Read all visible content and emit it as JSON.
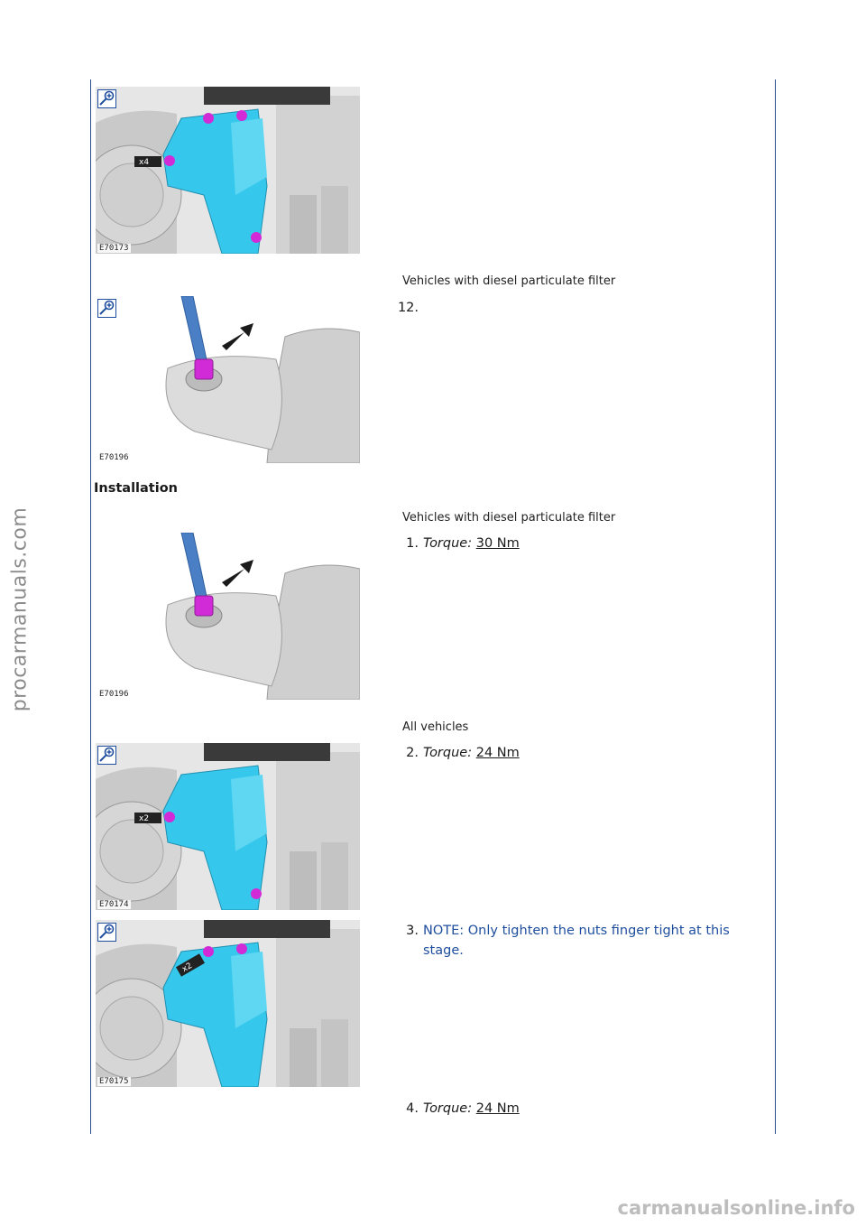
{
  "figures": [
    {
      "code": "E70173",
      "type": "mount",
      "badge": "x4"
    },
    {
      "code": "E70196",
      "type": "dpf"
    },
    {
      "code": "E70196",
      "type": "dpf"
    },
    {
      "code": "E70174",
      "type": "mount",
      "badge": "x2"
    },
    {
      "code": "E70175",
      "type": "mount",
      "badge": "x2"
    }
  ],
  "removal": {
    "condition": "Vehicles with diesel particulate filter",
    "step12_number": "12."
  },
  "installation": {
    "heading": "Installation",
    "condition_dpf": "Vehicles with diesel particulate filter",
    "condition_all": "All vehicles",
    "steps": [
      {
        "number": "1.",
        "torque_label": "Torque:",
        "torque_value": "30 Nm"
      },
      {
        "number": "2.",
        "torque_label": "Torque:",
        "torque_value": "24 Nm"
      },
      {
        "number": "3.",
        "note": "NOTE: Only tighten the nuts finger tight at this stage."
      },
      {
        "number": "4.",
        "torque_label": "Torque:",
        "torque_value": "24 Nm"
      }
    ]
  },
  "watermarks": {
    "side": "procarmanuals.com",
    "bottom": "carmanualsonline.info"
  },
  "colors": {
    "rule": "#2a4f8f",
    "note": "#1f4e9e",
    "part_highlight": "#35c8ec",
    "fastener": "#d12bd8"
  },
  "icons": {
    "zoom": "zoom-in-icon"
  }
}
